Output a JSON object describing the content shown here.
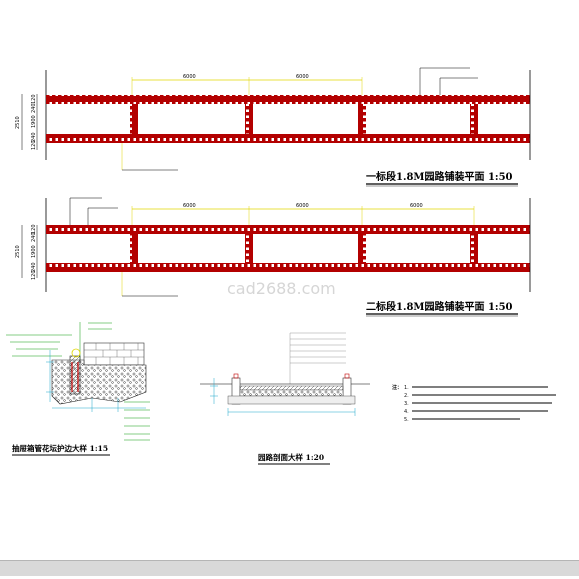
{
  "plan1": {
    "title": "一标段1.8M园路铺装平面   1:50",
    "dims_top": [
      "6000",
      "6000"
    ],
    "dims_side_outer": "2510",
    "dims_side_inner": [
      "120",
      "240",
      "1900",
      "240",
      "120"
    ]
  },
  "plan2": {
    "title": "二标段1.8M园路铺装平面   1:50",
    "dims_top": [
      "6000",
      "6000",
      "6000"
    ],
    "dims_side_outer": "2510",
    "dims_side_inner": [
      "120",
      "240",
      "1900",
      "240",
      "120"
    ]
  },
  "detail_left": {
    "title": "抽屉箱管花坛护边大样   1:15"
  },
  "detail_mid": {
    "title": "园路剖面大样   1:20"
  },
  "notes": {
    "heading": "注：",
    "lines": [
      "1.",
      "2.",
      "3.",
      "4.",
      "5."
    ]
  },
  "watermark": "cad2688.com",
  "colors": {
    "paving_red": "#b30000",
    "dim_yellow": "#e0d600",
    "leader_green": "#0a9a0a",
    "cyan": "#1aa7c9"
  }
}
